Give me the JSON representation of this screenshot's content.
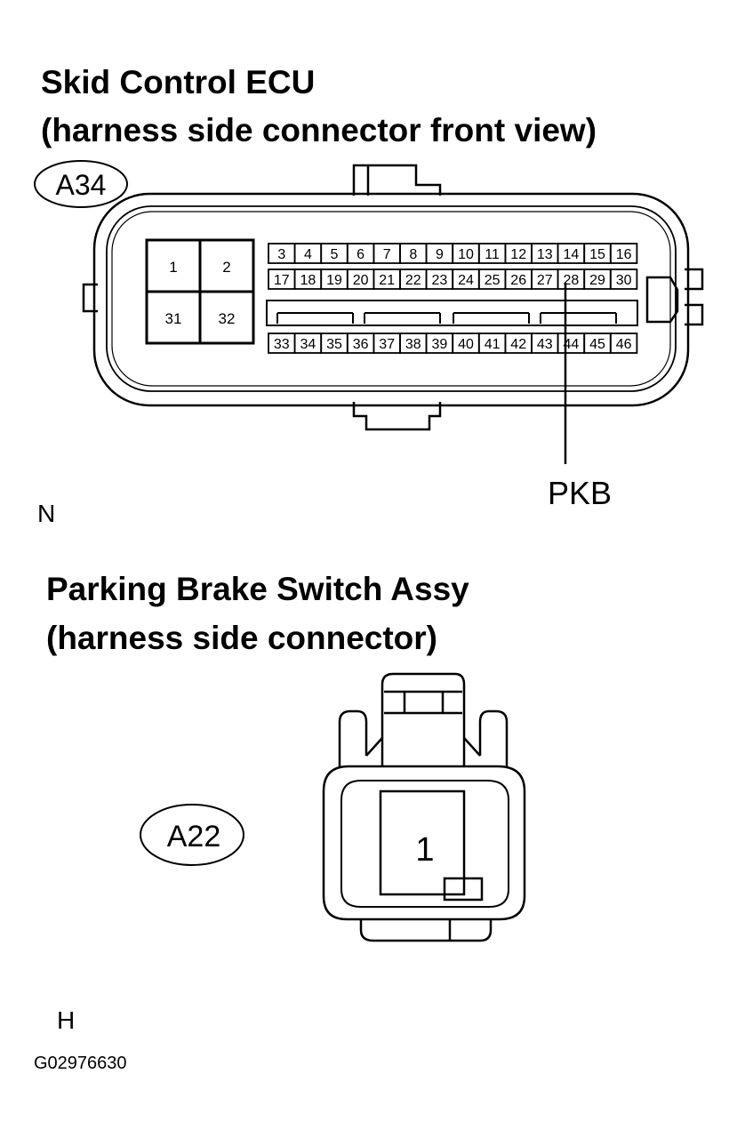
{
  "ecu": {
    "title_line1": "Skid Control ECU",
    "title_line2": "(harness side connector front view)",
    "connector_code": "A34",
    "large_pins": [
      "1",
      "2",
      "31",
      "32"
    ],
    "pins_row1": [
      "3",
      "4",
      "5",
      "6",
      "7",
      "8",
      "9",
      "10",
      "11",
      "12",
      "13",
      "14",
      "15",
      "16"
    ],
    "pins_row2": [
      "17",
      "18",
      "19",
      "20",
      "21",
      "22",
      "23",
      "24",
      "25",
      "26",
      "27",
      "28",
      "29",
      "30"
    ],
    "pins_row3": [
      "33",
      "34",
      "35",
      "36",
      "37",
      "38",
      "39",
      "40",
      "41",
      "42",
      "43",
      "44",
      "45",
      "46"
    ],
    "callout_label": "PKB",
    "callout_pin": "28",
    "side_mark": "N"
  },
  "switch": {
    "title_line1": "Parking Brake Switch Assy",
    "title_line2": "(harness side connector)",
    "connector_code": "A22",
    "pin": "1",
    "side_mark": "H"
  },
  "figure_id": "G02976630"
}
